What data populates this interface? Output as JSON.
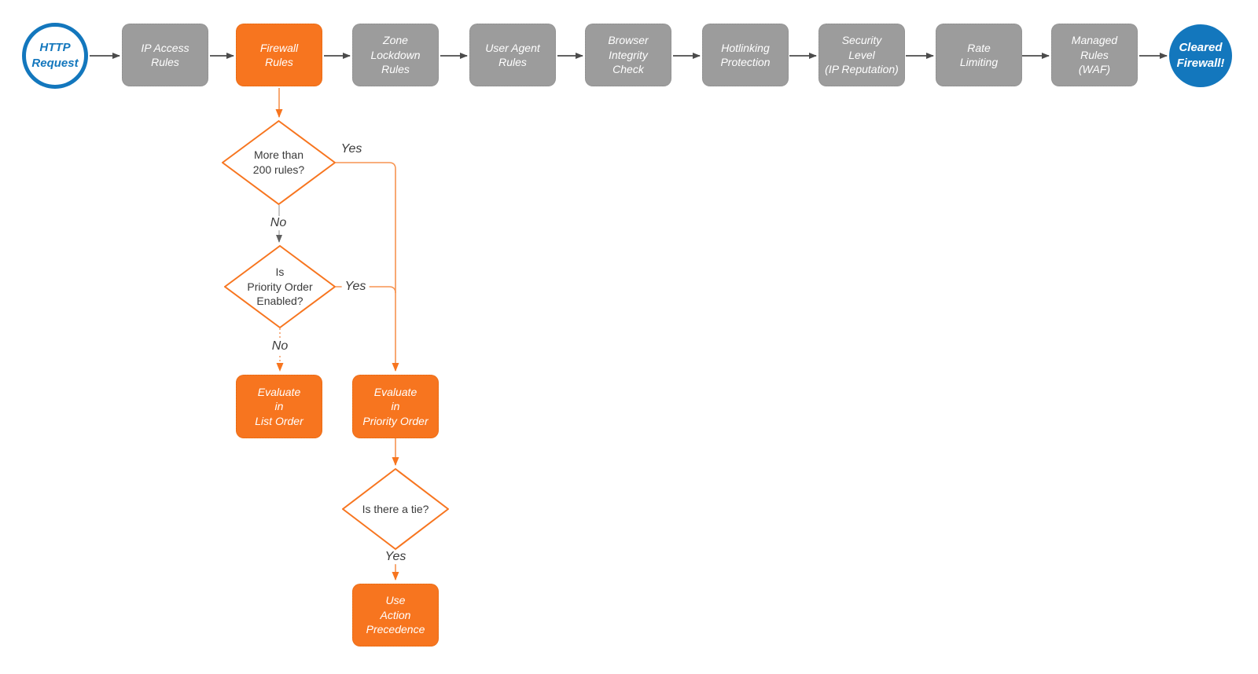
{
  "nodes": {
    "http_request": "HTTP\nRequest",
    "ip_access_rules": "IP Access\nRules",
    "firewall_rules": "Firewall\nRules",
    "zone_lockdown_rules": "Zone\nLockdown\nRules",
    "user_agent_rules": "User Agent\nRules",
    "browser_integrity_check": "Browser\nIntegrity\nCheck",
    "hotlinking_protection": "Hotlinking\nProtection",
    "security_level": "Security\nLevel\n(IP Reputation)",
    "rate_limiting": "Rate\nLimiting",
    "managed_rules_waf": "Managed\nRules\n(WAF)",
    "cleared_firewall": "Cleared\nFirewall!",
    "more_than_200_rules": "More than\n200 rules?",
    "is_priority_order_enabled": "Is\nPriority Order\nEnabled?",
    "evaluate_in_list_order": "Evaluate\nin\nList Order",
    "evaluate_in_priority_order": "Evaluate\nin\nPriority Order",
    "is_there_a_tie": "Is there a tie?",
    "use_action_precedence": "Use\nAction\nPrecedence"
  },
  "edge_labels": {
    "yes": "Yes",
    "no": "No"
  },
  "colors": {
    "orange_fill": "#f7751f",
    "gray_fill": "#9c9c9c",
    "blue": "#1377bd",
    "arrow_gray": "#4b4b4b",
    "line_orange": "#f79350"
  }
}
